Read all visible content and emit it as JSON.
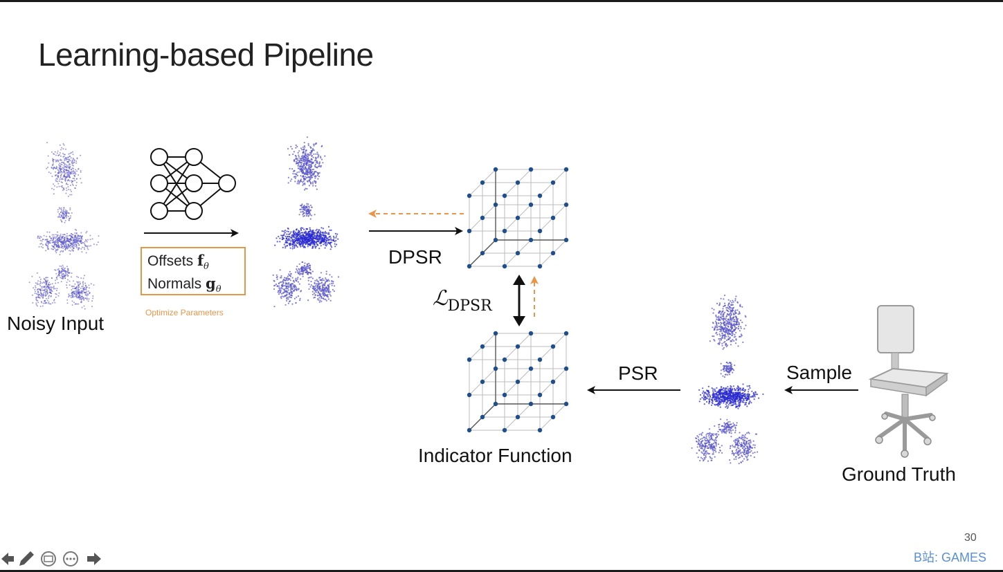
{
  "slide": {
    "title": "Learning-based Pipeline",
    "page_number": "30"
  },
  "labels": {
    "noisy_input": "Noisy Input",
    "dpsr": "DPSR",
    "psr": "PSR",
    "sample": "Sample",
    "indicator_function": "Indicator Function",
    "ground_truth": "Ground Truth",
    "optimize_parameters": "Optimize Parameters",
    "loss_symbol": "ℒ",
    "loss_subscript": "DPSR"
  },
  "param_box": {
    "offsets_label": "Offsets",
    "offsets_symbol": "f",
    "normals_label": "Normals",
    "normals_symbol": "g",
    "subscript": "θ"
  },
  "watermark": "B站: GAMES",
  "colors": {
    "accent_orange": "#e8954a",
    "point_blue": "#5a55c8",
    "dense_blue": "#2a2ad0",
    "grid_node": "#1f4e8c",
    "watermark_blue": "#5a8fd8"
  },
  "controls": {
    "icons": [
      "arrow-left-icon",
      "pen-icon",
      "slides-icon",
      "more-icon",
      "arrow-right-icon"
    ]
  }
}
